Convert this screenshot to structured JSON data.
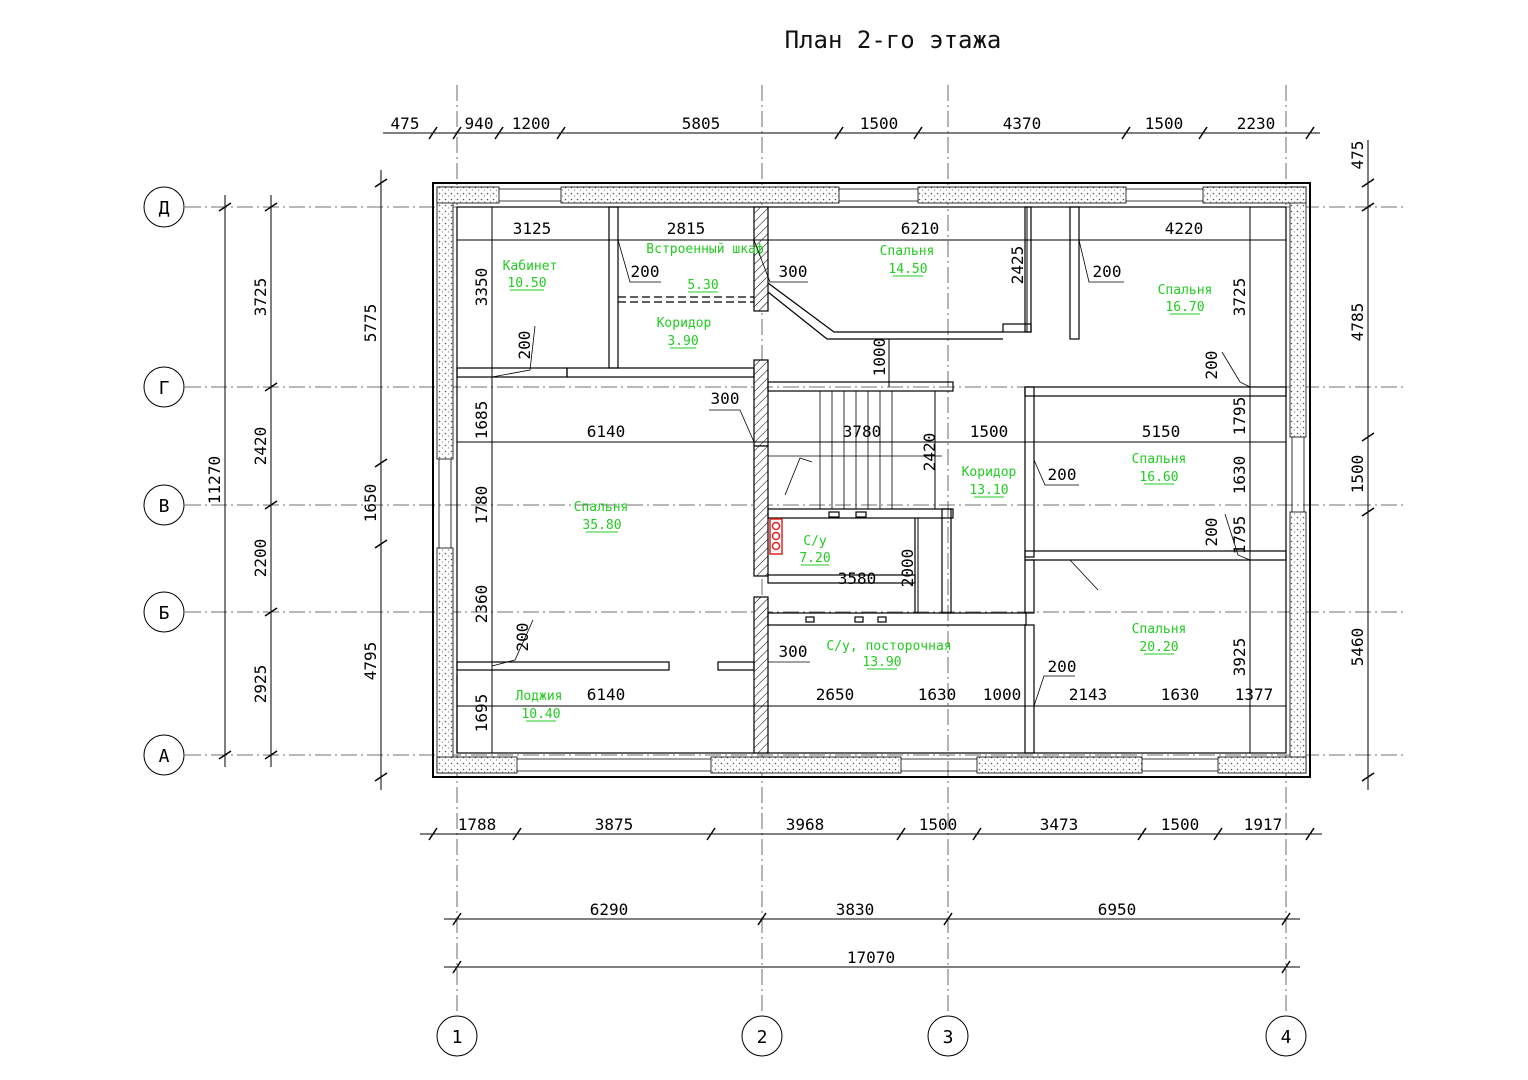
{
  "title": "План 2-го этажа",
  "colors": {
    "room_label": "#22cc22",
    "lines": "#000000",
    "fixture": "#dd2222"
  },
  "axes": {
    "columns": [
      "1",
      "2",
      "3",
      "4"
    ],
    "rows": [
      "Д",
      "Г",
      "В",
      "Б",
      "А"
    ]
  },
  "dims": {
    "top": [
      "475",
      "940",
      "1200",
      "5805",
      "1500",
      "4370",
      "1500",
      "2230"
    ],
    "bottom_outer": [
      "1788",
      "3875",
      "3968",
      "1500",
      "3473",
      "1500",
      "1917"
    ],
    "bottom_axes": [
      "6290",
      "3830",
      "6950"
    ],
    "bottom_total": "17070",
    "left_axes": [
      "3725",
      "2420",
      "2200",
      "2925"
    ],
    "left_total": "11270",
    "left_openings": [
      "5775",
      "1650",
      "4795"
    ],
    "right": [
      "475",
      "4785",
      "1500",
      "5460"
    ],
    "interior": [
      "3125",
      "2815",
      "6210",
      "4220",
      "3350",
      "200",
      "200",
      "300",
      "2425",
      "200",
      "3725",
      "200",
      "1000",
      "300",
      "1685",
      "6140",
      "3780",
      "2420",
      "1500",
      "5150",
      "1795",
      "1780",
      "200",
      "1630",
      "2000",
      "3580",
      "200",
      "1795",
      "2360",
      "200",
      "300",
      "2650",
      "1630",
      "1000",
      "2143",
      "1630",
      "1377",
      "1695",
      "6140",
      "3925"
    ]
  },
  "rooms": [
    {
      "name": "Кабинет",
      "area": "10.50"
    },
    {
      "name": "Встроенный шкаф",
      "area": "5.30"
    },
    {
      "name": "Спальня",
      "area": "14.50"
    },
    {
      "name": "Спальня",
      "area": "16.70"
    },
    {
      "name": "Коридор",
      "area": "3.90"
    },
    {
      "name": "Спальня",
      "area": "35.80"
    },
    {
      "name": "Коридор",
      "area": "13.10"
    },
    {
      "name": "Спальня",
      "area": "16.60"
    },
    {
      "name": "С/у",
      "area": "7.20"
    },
    {
      "name": "Спальня",
      "area": "20.20"
    },
    {
      "name": "С/у, посторочная",
      "area": "13.90"
    },
    {
      "name": "Лоджия",
      "area": "10.40"
    }
  ]
}
